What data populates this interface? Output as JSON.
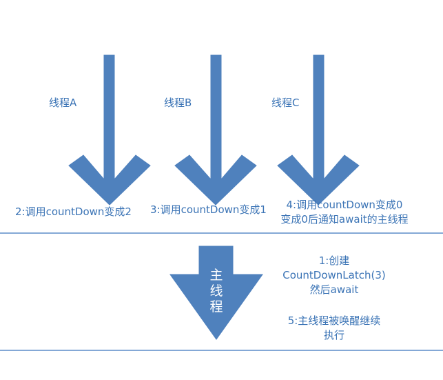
{
  "threads": [
    {
      "name": "线程A",
      "step": "2:调用countDown变成2"
    },
    {
      "name": "线程B",
      "step": "3:调用countDown变成1"
    },
    {
      "name": "线程C",
      "step_lines": [
        "4:调用countDown变成0",
        "变成0后通知await的主线程"
      ]
    }
  ],
  "main": {
    "arrow_label": "主线程",
    "step_create_lines": [
      "1:创建",
      "CountDownLatch(3)",
      "然后await"
    ],
    "step_wake_lines": [
      "5:主线程被唤醒继续",
      "执行"
    ]
  },
  "colors": {
    "arrow_fill": "#4f81bd",
    "text": "#3a73b5",
    "divider": "#5b8cc8"
  }
}
